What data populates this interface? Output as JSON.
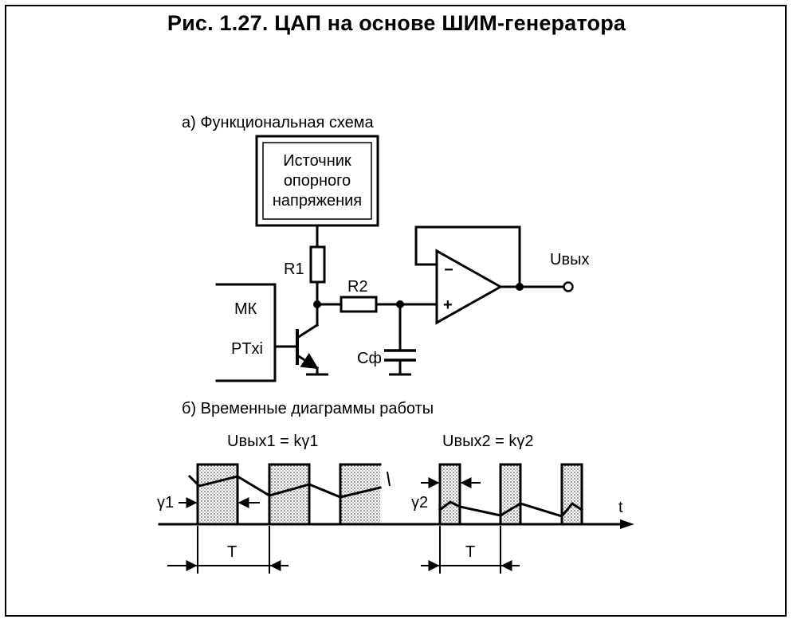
{
  "title": "Рис. 1.27. ЦАП на основе ШИМ-генератора",
  "section_a": "а) Функциональная схема",
  "section_b": "б) Временные диаграммы работы",
  "reference_source": [
    "Источник",
    "опорного",
    "напряжения"
  ],
  "labels": {
    "r1": "R1",
    "r2": "R2",
    "cf": "Cф",
    "mk": "МК",
    "ptxi": "PTxi",
    "uout": "Uвых",
    "opamp_minus": "−",
    "opamp_plus": "+"
  },
  "timing": {
    "left_formula": "Uвых1 = kγ1",
    "right_formula": "Uвых2 = kγ2",
    "gamma1": "γ1",
    "gamma2": "γ2",
    "period_left": "T",
    "period_right": "T",
    "time_axis": "t",
    "duty_left": 0.6,
    "duty_right": 0.3
  },
  "colors": {
    "ink": "#000000",
    "shade": "#b8b8b8",
    "paper": "#ffffff"
  }
}
